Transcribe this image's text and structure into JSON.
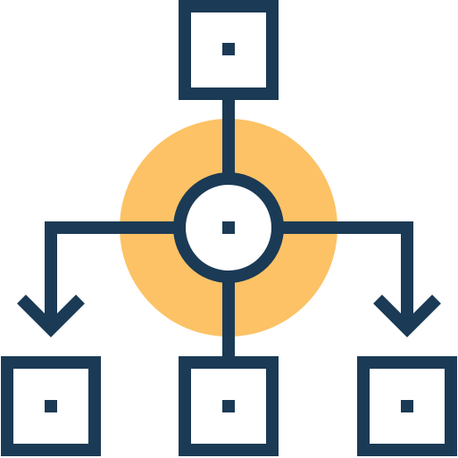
{
  "icon": {
    "name": "hierarchy-flowchart-icon",
    "nodes": [
      "top-node",
      "center-hub-node",
      "bottom-left-node",
      "bottom-center-node",
      "bottom-right-node"
    ],
    "arrows": [
      "left-down-arrow",
      "right-down-arrow"
    ]
  },
  "colors": {
    "stroke": "#1b3a55",
    "accent": "#fcc265",
    "background": "#ffffff"
  }
}
